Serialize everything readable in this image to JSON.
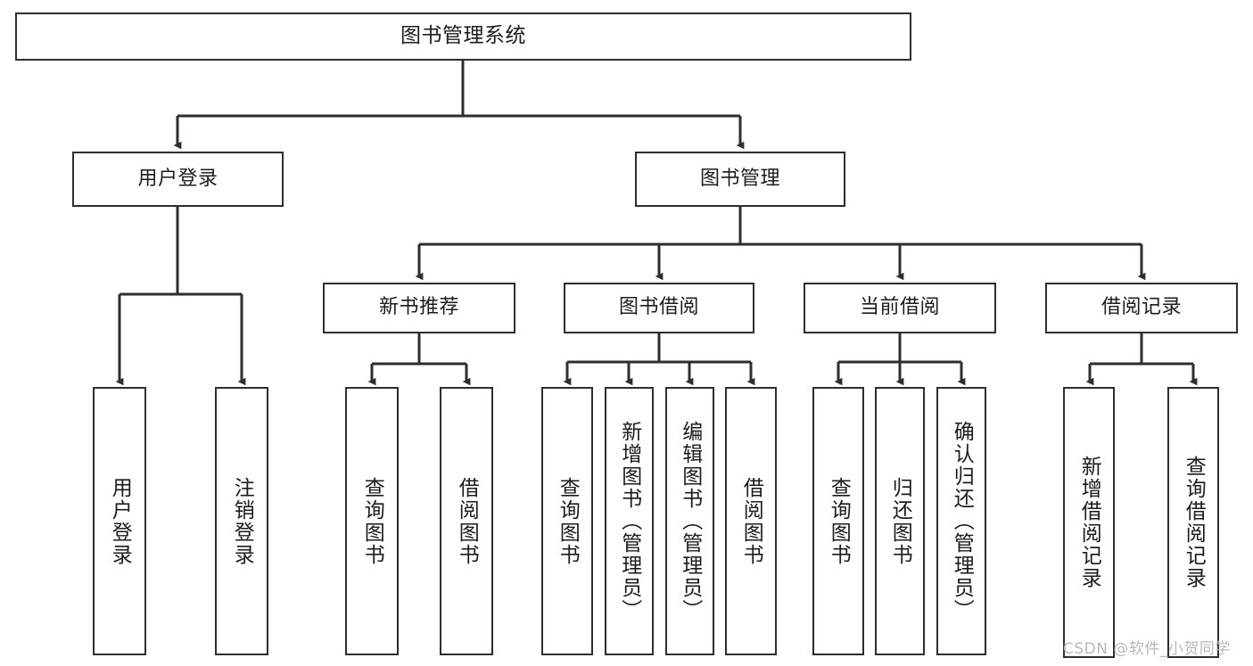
{
  "diagram": {
    "type": "hierarchy-tree",
    "title": "图书管理系统",
    "line_color": "#2e2e2e",
    "box_fill": "#ffffff",
    "text_color": "#1c1c1c",
    "levels": 4,
    "root": {
      "label": "图书管理系统"
    },
    "level2": [
      {
        "label": "用户登录"
      },
      {
        "label": "图书管理"
      }
    ],
    "level3": [
      {
        "label": "新书推荐"
      },
      {
        "label": "图书借阅"
      },
      {
        "label": "当前借阅"
      },
      {
        "label": "借阅记录"
      }
    ],
    "leaves": {
      "user_login": [
        {
          "label": "用户登录"
        },
        {
          "label": "注销登录"
        }
      ],
      "new_book_recommend": [
        {
          "label": "查询图书"
        },
        {
          "label": "借阅图书"
        }
      ],
      "book_borrow": [
        {
          "label": "查询图书"
        },
        {
          "label": "新增图书（管理员）"
        },
        {
          "label": "编辑图书（管理员）"
        },
        {
          "label": "借阅图书"
        }
      ],
      "current_borrow": [
        {
          "label": "查询图书"
        },
        {
          "label": "归还图书"
        },
        {
          "label": "确认归还（管理员）"
        }
      ],
      "borrow_record": [
        {
          "label": "新增借阅记录"
        },
        {
          "label": "查询借阅记录"
        }
      ]
    }
  },
  "watermark": {
    "text": "CSDN @软件_小贺同学"
  }
}
